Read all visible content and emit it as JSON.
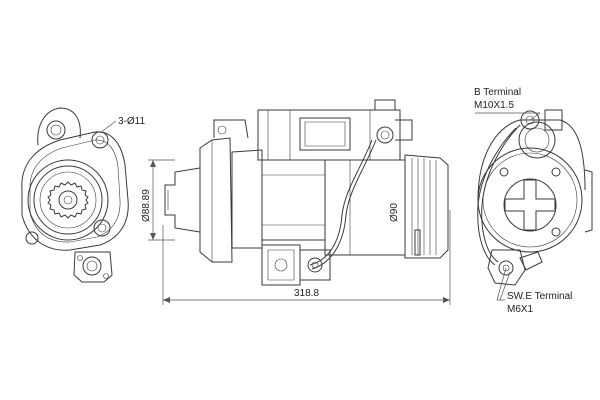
{
  "diagram": {
    "callouts": {
      "mount_holes": "3-Ø11",
      "pinion_dia": "Ø88.89",
      "body_dia": "Ø90",
      "overall_length": "318.8",
      "b_terminal_title": "B Terminal",
      "b_terminal_thread": "M10X1.5",
      "swe_terminal_title": "SW.E Terminal",
      "swe_terminal_thread": "M6X1"
    }
  }
}
